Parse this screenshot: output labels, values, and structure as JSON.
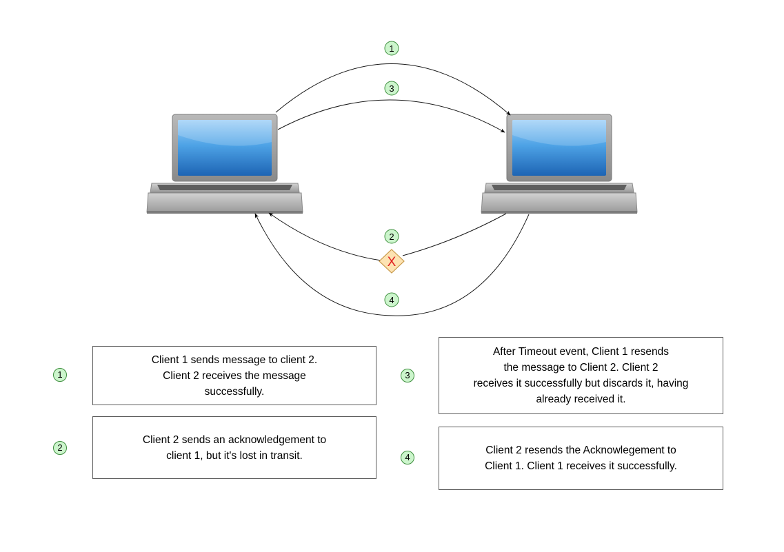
{
  "steps": [
    {
      "number": "1",
      "text": "Client 1 sends message to client 2.\nClient 2 receives the message\nsuccessfully."
    },
    {
      "number": "2",
      "text": "Client 2 sends an acknowledgement to\nclient 1, but it's lost in transit."
    },
    {
      "number": "3",
      "text": "After Timeout event, Client 1 resends\nthe message to Client 2. Client 2\nreceives it successfully but discards it, having\nalready received it."
    },
    {
      "number": "4",
      "text": "Client 2 resends the Acknowlegement to\nClient 1. Client 1 receives it successfully."
    }
  ],
  "lost_marker": "X",
  "icons": [
    "laptop-icon",
    "laptop-icon",
    "lost-diamond-icon"
  ],
  "colors": {
    "badge_fill": "#ccf5cc",
    "badge_stroke": "#3f8f3f",
    "lost_diamond_fill": "#fde3b2",
    "lost_x": "#e02020",
    "screen": "#2e82cf"
  }
}
